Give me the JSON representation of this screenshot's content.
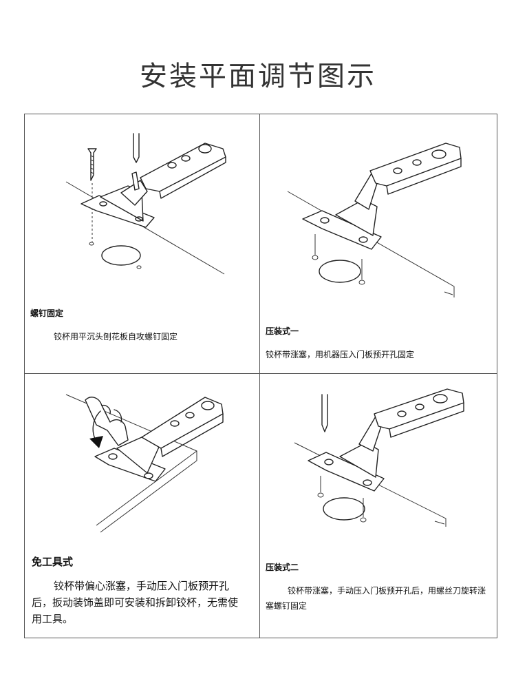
{
  "title": "安装平面调节图示",
  "panels": [
    {
      "heading": "螺钉固定",
      "desc": "铰杯用平沉头刨花板自攻螺钉固定"
    },
    {
      "heading": "压装式一",
      "desc": "铰杯带涨塞，用机器压入门板预开孔固定"
    },
    {
      "heading": "免工具式",
      "desc": "铰杯带偏心涨塞，手动压入门板预开孔后，扳动装饰盖即可安装和拆卸铰杯，无需使用工具。"
    },
    {
      "heading": "压装式二",
      "desc": "铰杯带涨塞，手动压入门板预开孔后，用螺丝刀旋转涨塞螺钉固定"
    }
  ],
  "icons": [
    "screw-icon",
    "screwdriver-icon",
    "hinge-icon",
    "hand-icon",
    "rotate-arrow-icon"
  ]
}
